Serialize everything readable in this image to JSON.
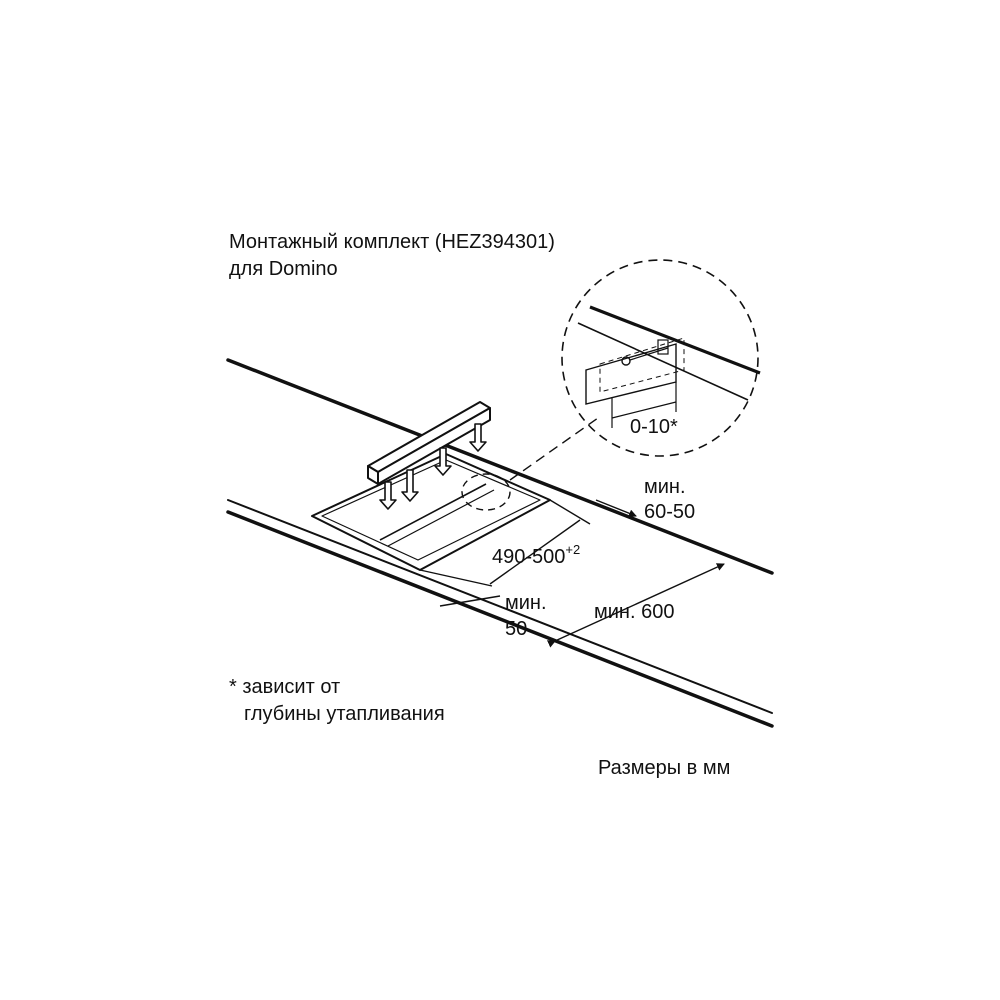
{
  "title": {
    "line1": "Монтажный комплект (HEZ394301)",
    "line2": "для Domino"
  },
  "dimensions": {
    "detail_gap": "0-10*",
    "min_label": "мин.",
    "rear_gap_value": "60-50",
    "cutout_width_value": "490-500",
    "cutout_width_tolerance": "+2",
    "front_gap_value": "50",
    "worktop_depth": "мин. 600"
  },
  "footnote": {
    "line1": "* зависит от",
    "line2": "глубины утапливания"
  },
  "units_note": "Размеры в мм"
}
